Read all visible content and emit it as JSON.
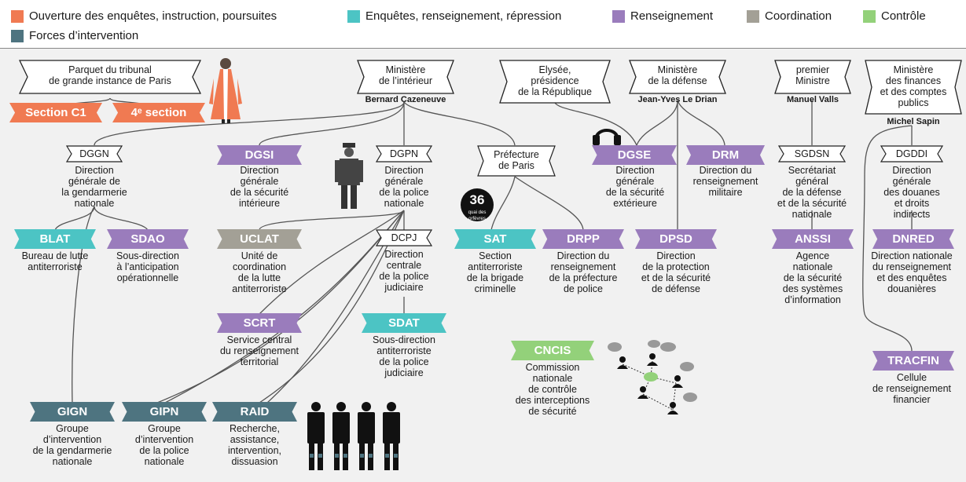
{
  "colors": {
    "orange": "#f07a52",
    "teal": "#4cc4c4",
    "purple": "#9a7cbc",
    "grey": "#a3a096",
    "green": "#93d17a",
    "slate": "#4e7480"
  },
  "legend": [
    {
      "label": "Ouverture des enquêtes, instruction, poursuites",
      "color": "orange"
    },
    {
      "label": "Enquêtes, renseignement, répression",
      "color": "teal"
    },
    {
      "label": "Renseignement",
      "color": "purple"
    },
    {
      "label": "Coordination",
      "color": "grey"
    },
    {
      "label": "Contrôle",
      "color": "green"
    },
    {
      "label": "Forces d’intervention",
      "color": "slate"
    }
  ],
  "heads": {
    "parquet": {
      "line1": "Parquet du tribunal",
      "line2": "de grande instance de Paris"
    },
    "interieur": {
      "line1": "Ministère",
      "line2": "de l’intérieur",
      "minister": "Bernard Cazeneuve"
    },
    "elysee": {
      "line1": "Elysée,",
      "line2": "présidence",
      "line3": "de la République"
    },
    "defense": {
      "line1": "Ministère",
      "line2": "de la défense",
      "minister": "Jean-Yves Le Drian"
    },
    "premier": {
      "line1": "premier",
      "line2": "Ministre",
      "minister": "Manuel Valls"
    },
    "finances": {
      "line1": "Ministère",
      "line2": "des finances",
      "line3": "et des comptes",
      "line4": "publics",
      "minister": "Michel Sapin"
    }
  },
  "tags": {
    "section_c1": "Section C1",
    "section_4": "4ᵉ section"
  },
  "directions": {
    "dggn": {
      "abbr": "DGGN",
      "desc": [
        "Direction",
        "générale de",
        "la gendarmerie",
        "nationale"
      ]
    },
    "dgsi": {
      "abbr": "DGSI",
      "desc": [
        "Direction",
        "générale",
        "de la sécurité",
        "intérieure"
      ]
    },
    "dgpn": {
      "abbr": "DGPN",
      "desc": [
        "Direction",
        "générale",
        "de la police",
        "nationale"
      ]
    },
    "prefecture": {
      "line1": "Préfecture",
      "line2": "de Paris"
    },
    "dgse": {
      "abbr": "DGSE",
      "desc": [
        "Direction",
        "générale",
        "de la sécurité",
        "extérieure"
      ]
    },
    "drm": {
      "abbr": "DRM",
      "desc": [
        "Direction du",
        "renseignement",
        "militaire"
      ]
    },
    "sgdsn": {
      "abbr": "SGDSN",
      "desc": [
        "Secrétariat",
        "général",
        "de la défense",
        "et de la sécurité",
        "nationale"
      ]
    },
    "dgddi": {
      "abbr": "DGDDI",
      "desc": [
        "Direction",
        "générale",
        "des douanes",
        "et droits",
        "indirects"
      ]
    },
    "dcpj": {
      "abbr": "DCPJ",
      "desc": [
        "Direction",
        "centrale",
        "de la police",
        "judiciaire"
      ]
    }
  },
  "services": {
    "blat": {
      "abbr": "BLAT",
      "desc": [
        "Bureau de lutte",
        "antiterroriste"
      ]
    },
    "sdao": {
      "abbr": "SDAO",
      "desc": [
        "Sous-direction",
        "à l’anticipation",
        "opérationnelle"
      ]
    },
    "uclat": {
      "abbr": "UCLAT",
      "desc": [
        "Unité de",
        "coordination",
        "de la lutte",
        "antiterroriste"
      ]
    },
    "sat": {
      "abbr": "SAT",
      "desc": [
        "Section",
        "antiterroriste",
        "de la brigade",
        "criminelle"
      ]
    },
    "drpp": {
      "abbr": "DRPP",
      "desc": [
        "Direction du",
        "renseignement",
        "de la préfecture",
        "de police"
      ]
    },
    "dpsd": {
      "abbr": "DPSD",
      "desc": [
        "Direction",
        "de la protection",
        "et de la sécurité",
        "de défense"
      ]
    },
    "anssi": {
      "abbr": "ANSSI",
      "desc": [
        "Agence",
        "nationale",
        "de la sécurité",
        "des systèmes",
        "d’information"
      ]
    },
    "dnred": {
      "abbr": "DNRED",
      "desc": [
        "Direction nationale",
        "du renseignement",
        "et des enquêtes",
        "douanières"
      ]
    },
    "scrt": {
      "abbr": "SCRT",
      "desc": [
        "Service central",
        "du renseignement",
        "territorial"
      ]
    },
    "sdat": {
      "abbr": "SDAT",
      "desc": [
        "Sous-direction",
        "antiterroriste",
        "de la police",
        "judiciaire"
      ]
    },
    "cncis": {
      "abbr": "CNCIS",
      "desc": [
        "Commission",
        "nationale",
        "de contrôle",
        "des interceptions",
        "de sécurité"
      ]
    },
    "tracfin": {
      "abbr": "TRACFIN",
      "desc": [
        "Cellule",
        "de renseignement",
        "financier"
      ]
    },
    "gign": {
      "abbr": "GIGN",
      "desc": [
        "Groupe",
        "d’intervention",
        "de la gendarmerie",
        "nationale"
      ]
    },
    "gipn": {
      "abbr": "GIPN",
      "desc": [
        "Groupe",
        "d’intervention",
        "de la police",
        "nationale"
      ]
    },
    "raid": {
      "abbr": "RAID",
      "desc": [
        "Recherche,",
        "assistance,",
        "intervention,",
        "dissuasion"
      ]
    }
  },
  "badge_36": {
    "number": "36",
    "text": "quai des orfèvres"
  },
  "icons": [
    "judge-icon",
    "police-officer-icon",
    "headphones-icon",
    "network-icon",
    "intervention-squad-icon"
  ]
}
